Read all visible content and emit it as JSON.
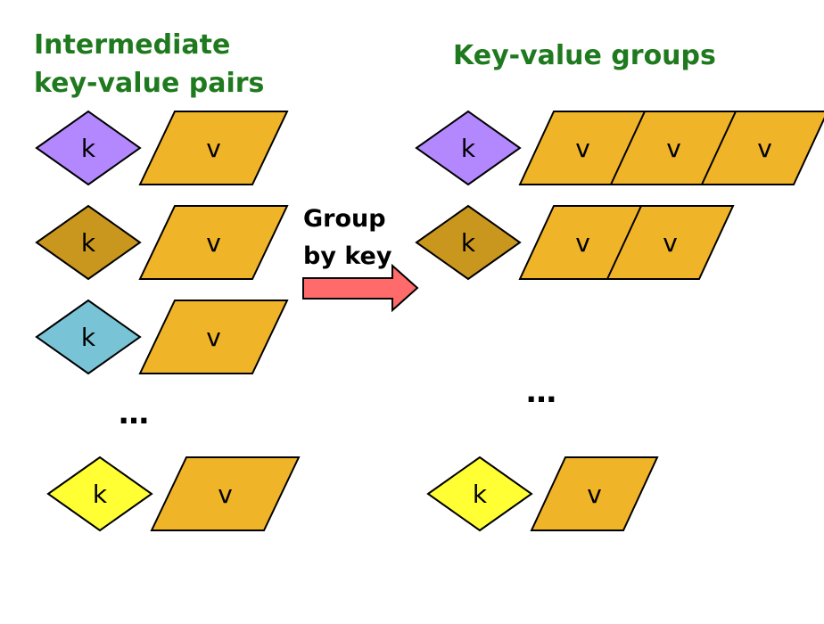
{
  "colors": {
    "title": "#1f7a1f",
    "value": "#f0b429",
    "arrow": "#ff6b6b",
    "keys": {
      "purple": "#b388ff",
      "gold": "#c9961e",
      "blue": "#78c3d6",
      "yellow": "#ffff33"
    }
  },
  "titles": {
    "left_line1": "Intermediate",
    "left_line2": "key-value pairs",
    "right": "Key-value groups"
  },
  "arrow_label": {
    "line1": "Group",
    "line2": "by key"
  },
  "ellipsis": "…",
  "key_label": "k",
  "value_label": "v",
  "left_pairs": [
    {
      "key_color": "purple"
    },
    {
      "key_color": "gold"
    },
    {
      "key_color": "blue"
    },
    {
      "key_color": "yellow"
    }
  ],
  "right_groups": [
    {
      "key_color": "purple",
      "value_count": 3
    },
    {
      "key_color": "gold",
      "value_count": 2
    },
    {
      "key_color": "yellow",
      "value_count": 1
    }
  ]
}
